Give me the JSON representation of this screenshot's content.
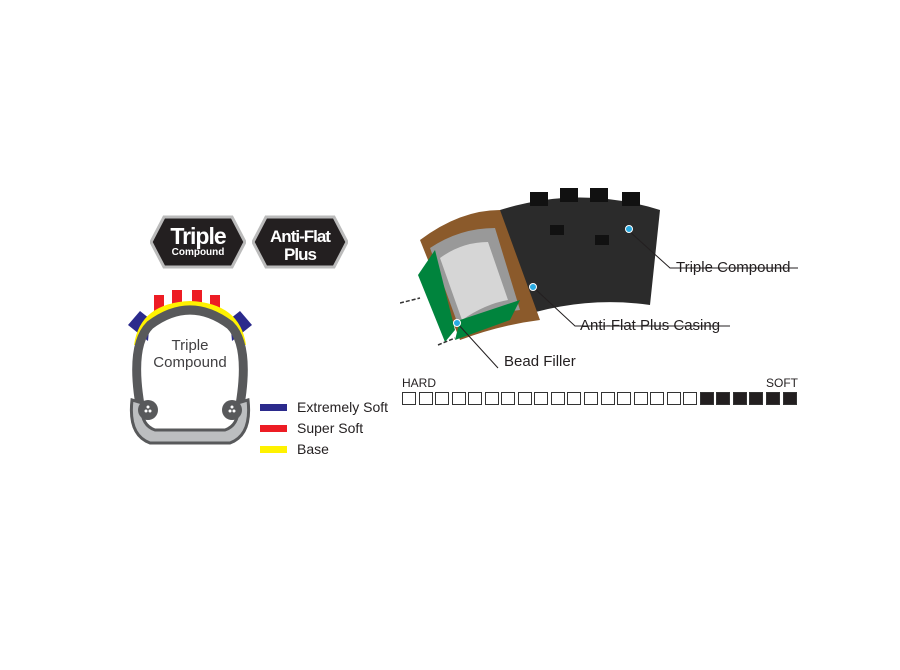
{
  "badges": [
    {
      "main": "Triple",
      "sub": "Compound"
    },
    {
      "main": "Anti-Flat",
      "sub": "Plus"
    }
  ],
  "cross_section": {
    "label_line1": "Triple",
    "label_line2": "Compound"
  },
  "legend": [
    {
      "label": "Extremely Soft",
      "color": "#2b2a8c"
    },
    {
      "label": "Super Soft",
      "color": "#ed1c24"
    },
    {
      "label": "Base",
      "color": "#fff200"
    }
  ],
  "callouts": {
    "triple_compound": "Triple Compound",
    "casing": "Anti-Flat Plus Casing",
    "bead_filler": "Bead Filler"
  },
  "hardness_scale": {
    "left_label": "HARD",
    "right_label": "SOFT",
    "total_steps": 24,
    "filled_steps": 6
  }
}
